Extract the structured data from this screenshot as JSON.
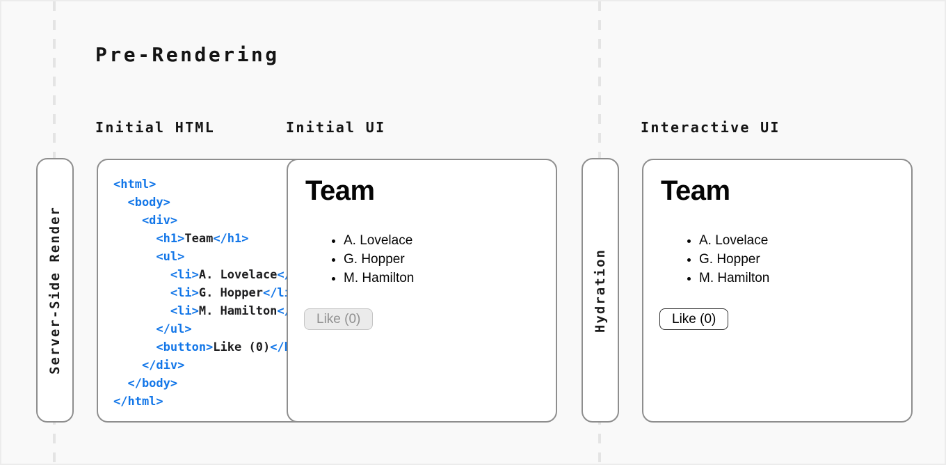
{
  "page": {
    "title": "Pre-Rendering"
  },
  "column_labels": {
    "initial_html": "Initial HTML",
    "initial_ui": "Initial UI",
    "interactive_ui": "Interactive UI"
  },
  "stages": {
    "server_side_render": "Server-Side Render",
    "hydration": "Hydration"
  },
  "code": {
    "lines": [
      [
        {
          "c": "tag",
          "t": "<html>"
        }
      ],
      [
        {
          "c": "tag",
          "t": "  <body>"
        }
      ],
      [
        {
          "c": "tag",
          "t": "    <div>"
        }
      ],
      [
        {
          "c": "tag",
          "t": "      <h1>"
        },
        {
          "c": "txt",
          "t": "Team"
        },
        {
          "c": "tag",
          "t": "</h1>"
        }
      ],
      [
        {
          "c": "tag",
          "t": "      <ul>"
        }
      ],
      [
        {
          "c": "tag",
          "t": "        <li>"
        },
        {
          "c": "txt",
          "t": "A. Lovelace"
        },
        {
          "c": "tag",
          "t": "</li>"
        }
      ],
      [
        {
          "c": "tag",
          "t": "        <li>"
        },
        {
          "c": "txt",
          "t": "G. Hopper"
        },
        {
          "c": "tag",
          "t": "</li>"
        }
      ],
      [
        {
          "c": "tag",
          "t": "        <li>"
        },
        {
          "c": "txt",
          "t": "M. Hamilton"
        },
        {
          "c": "tag",
          "t": "</li>"
        }
      ],
      [
        {
          "c": "tag",
          "t": "      </ul>"
        }
      ],
      [
        {
          "c": "tag",
          "t": "      <button>"
        },
        {
          "c": "txt",
          "t": "Like (0)"
        },
        {
          "c": "tag",
          "t": "</button>"
        }
      ],
      [
        {
          "c": "tag",
          "t": "    </div>"
        }
      ],
      [
        {
          "c": "tag",
          "t": "  </body>"
        }
      ],
      [
        {
          "c": "tag",
          "t": "</html>"
        }
      ]
    ]
  },
  "initial_ui": {
    "heading": "Team",
    "members": [
      "A. Lovelace",
      "G. Hopper",
      "M. Hamilton"
    ],
    "like_button": {
      "label": "Like (0)",
      "state": "disabled"
    }
  },
  "interactive_ui": {
    "heading": "Team",
    "members": [
      "A. Lovelace",
      "G. Hopper",
      "M. Hamilton"
    ],
    "like_button": {
      "label": "Like (0)",
      "state": "enabled"
    }
  },
  "colors": {
    "canvas_background": "#f9f9f9",
    "card_background": "#ffffff",
    "card_border": "#8e8e8e",
    "dashed_line": "#e4e4e4",
    "code_tag_blue": "#1276e8",
    "code_text": "#1d1d1f",
    "disabled_button_bg": "#ebebeb",
    "disabled_button_text": "#8f8f8f",
    "disabled_button_border": "#c4c4c4",
    "enabled_button_border": "#2e2e2e"
  }
}
